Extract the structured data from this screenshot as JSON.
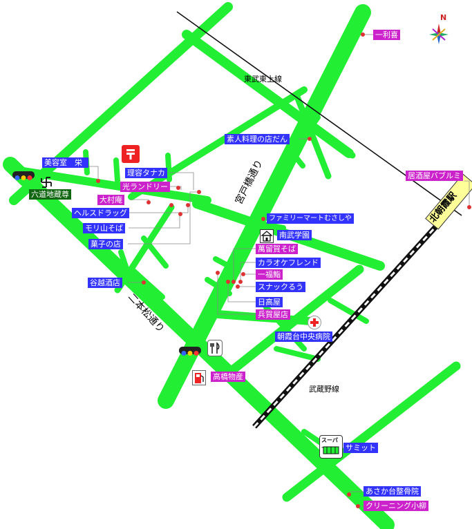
{
  "colors": {
    "road": "#22ee33",
    "label_blue": "#3333ff",
    "label_magenta": "#cc22cc",
    "label_green": "#116611",
    "rail": "#000000",
    "pin": "#dd3333"
  },
  "compass": {
    "letter": "N"
  },
  "railways": {
    "tobu_tojo": "東武東上線",
    "musashino": "武蔵野線"
  },
  "station": {
    "name": "北朝霞駅"
  },
  "roads": {
    "miyatobashi": "宮戸橋通り",
    "nihonmatsu": "二本松通り"
  },
  "places": {
    "ichiriki": "一利喜",
    "danh": "素人料理の店だん",
    "bubblemi": "居酒屋バブルミ",
    "biyoshitsu": "美容室　栄",
    "rokudo": "六道地蔵尊",
    "tanaka": "理容タナカ",
    "hikari": "光ランドリー",
    "omuraan": "大村庵",
    "health": "ヘルスドラッグ",
    "moriyama": "モリ山そば",
    "kashi": "菓子の店",
    "famima": "ファミリーマートむさしや",
    "nanbu": "南武学園",
    "mantoraga": "萬留賀そば",
    "karaoke": "カラオケフレンド",
    "ippuku": "一福鮨",
    "snack": "スナックるう",
    "hidakaya": "日高屋",
    "hyogaya": "兵賀屋店",
    "hospital": "朝霞台中央病院",
    "tanigoe": "谷越酒店",
    "takahashi": "高橋物産",
    "summit": "サミット",
    "supermarket_sign": "スーパー",
    "asaka_seikotsu": "あさか台整骨院",
    "koyanagi": "クリーニング小柳"
  },
  "icons": [
    "post-office-icon",
    "traffic-light-icon",
    "jizo-icon",
    "school-icon",
    "hospital-icon",
    "restaurant-icon",
    "gas-station-icon",
    "supermarket-icon",
    "compass-icon"
  ]
}
